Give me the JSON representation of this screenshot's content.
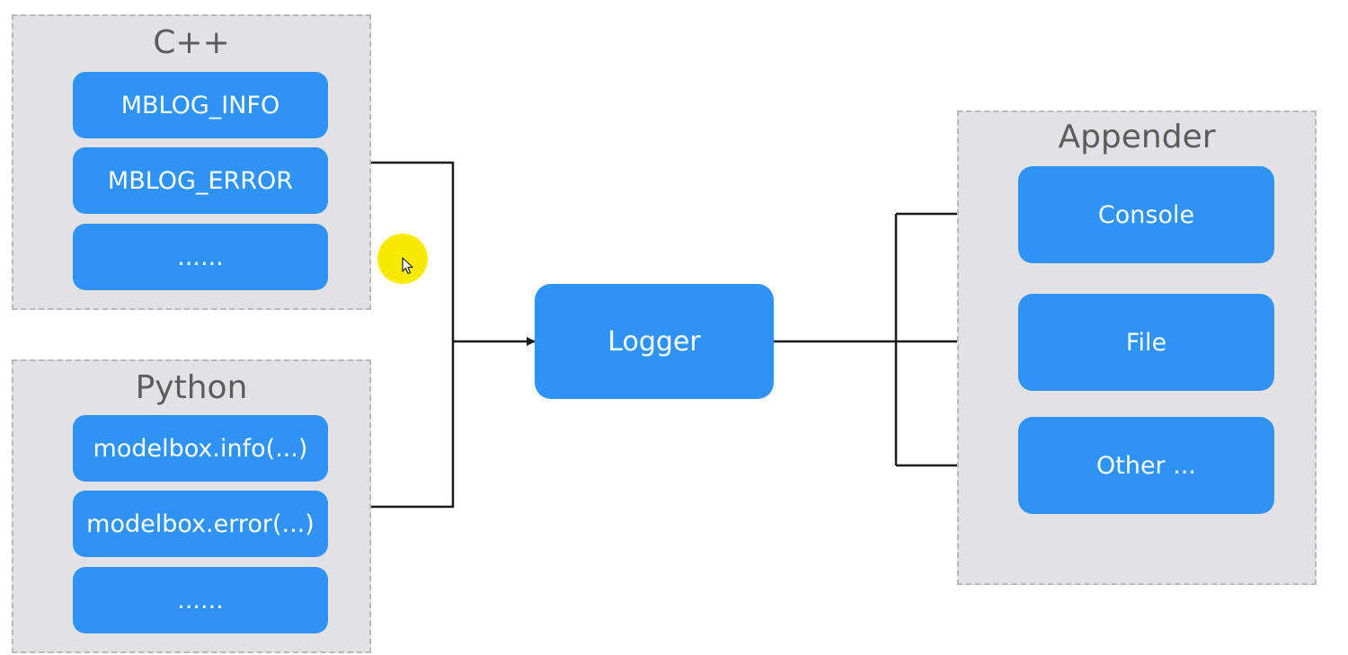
{
  "cpp_group": {
    "title": "C++",
    "items": [
      "MBLOG_INFO",
      "MBLOG_ERROR",
      "......"
    ]
  },
  "python_group": {
    "title": "Python",
    "items": [
      "modelbox.info(...)",
      "modelbox.error(...)",
      "......"
    ]
  },
  "logger": {
    "label": "Logger"
  },
  "appender_group": {
    "title": "Appender",
    "items": [
      "Console",
      "File",
      "Other ..."
    ]
  },
  "colors": {
    "node_fill": "#2f93f5",
    "group_fill": "#e2e2e4",
    "group_border": "#b8b8bc",
    "connector": "#1a1a1a",
    "cursor_highlight": "#f8e900"
  }
}
